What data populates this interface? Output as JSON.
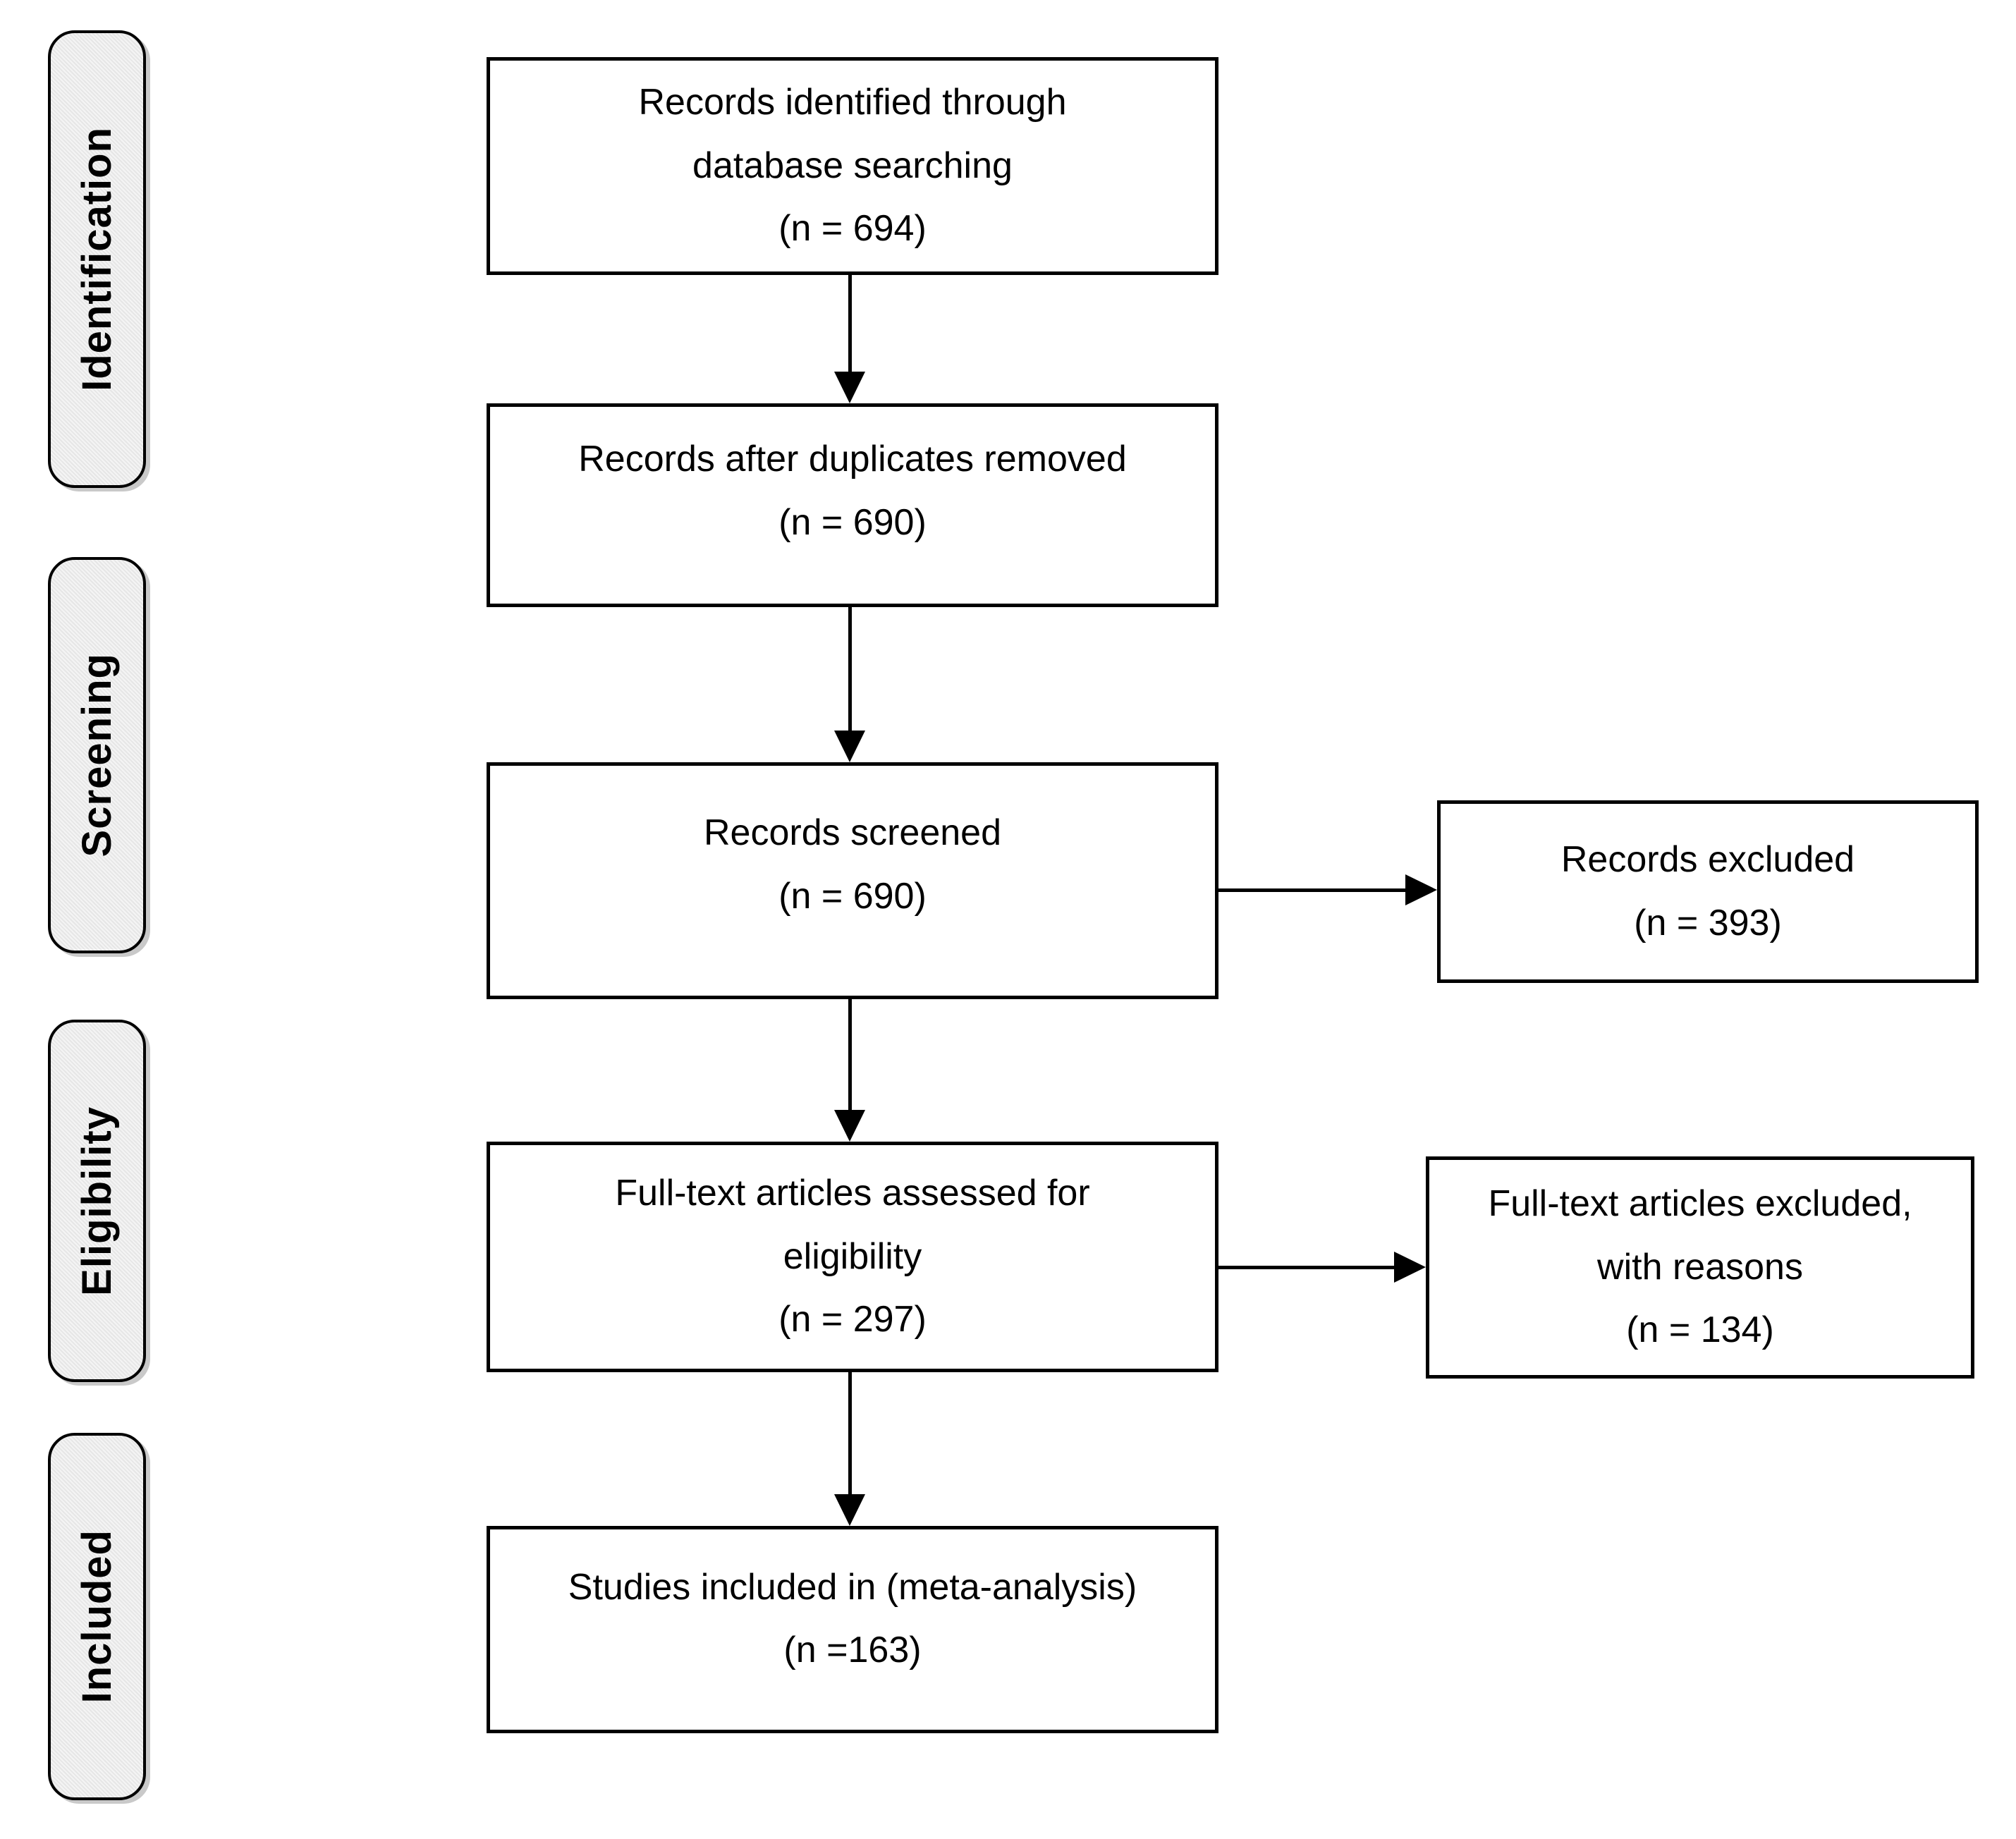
{
  "colors": {
    "background": "#ffffff",
    "box_border": "#000000",
    "text": "#000000",
    "sidebar_fill": "#ebebeb",
    "sidebar_shadow": "#c9c9c9"
  },
  "sidebar": {
    "items": [
      {
        "label": "Identification"
      },
      {
        "label": "Screening"
      },
      {
        "label": "Eligibility"
      },
      {
        "label": "Included"
      }
    ]
  },
  "flow": {
    "main_boxes": [
      {
        "id": "records-identified",
        "lines": [
          "Records identified through",
          "database searching",
          "(n = 694)"
        ]
      },
      {
        "id": "duplicates-removed",
        "lines": [
          "Records after duplicates removed",
          "(n = 690)"
        ]
      },
      {
        "id": "records-screened",
        "lines": [
          "Records screened",
          "(n = 690)"
        ]
      },
      {
        "id": "fulltext-assessed",
        "lines": [
          "Full-text articles assessed for",
          "eligibility",
          "(n = 297)"
        ]
      },
      {
        "id": "studies-included",
        "lines": [
          "Studies included in (meta-analysis)",
          "(n =163)"
        ]
      }
    ],
    "side_boxes": [
      {
        "id": "records-excluded",
        "lines": [
          "Records excluded",
          "(n = 393)"
        ]
      },
      {
        "id": "fulltext-excluded",
        "lines": [
          "Full-text articles excluded,",
          "with reasons",
          "(n = 134)"
        ]
      }
    ]
  }
}
